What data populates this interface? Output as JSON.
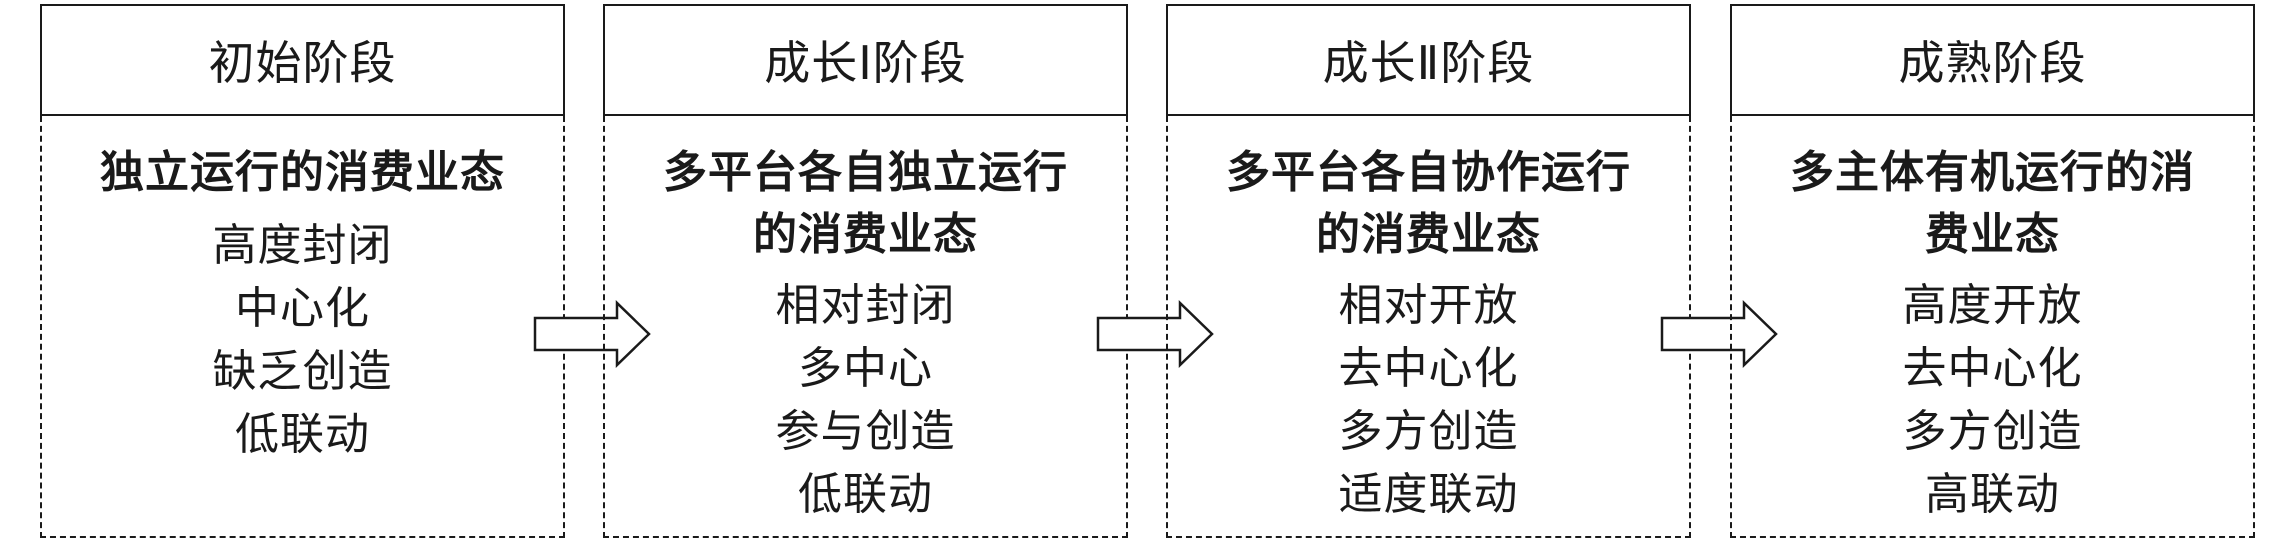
{
  "stages": [
    {
      "title": "初始阶段",
      "subtitle_lines": [
        "独立运行的消费业态"
      ],
      "features": [
        "高度封闭",
        "中心化",
        "缺乏创造",
        "低联动"
      ]
    },
    {
      "title": "成长Ⅰ阶段",
      "subtitle_lines": [
        "多平台各自独立运行",
        "的消费业态"
      ],
      "features": [
        "相对封闭",
        "多中心",
        "参与创造",
        "低联动"
      ]
    },
    {
      "title": "成长Ⅱ阶段",
      "subtitle_lines": [
        "多平台各自协作运行",
        "的消费业态"
      ],
      "features": [
        "相对开放",
        "去中心化",
        "多方创造",
        "适度联动"
      ]
    },
    {
      "title": "成熟阶段",
      "subtitle_lines": [
        "多主体有机运行的消",
        "费业态"
      ],
      "features": [
        "高度开放",
        "去中心化",
        "多方创造",
        "高联动"
      ]
    }
  ]
}
